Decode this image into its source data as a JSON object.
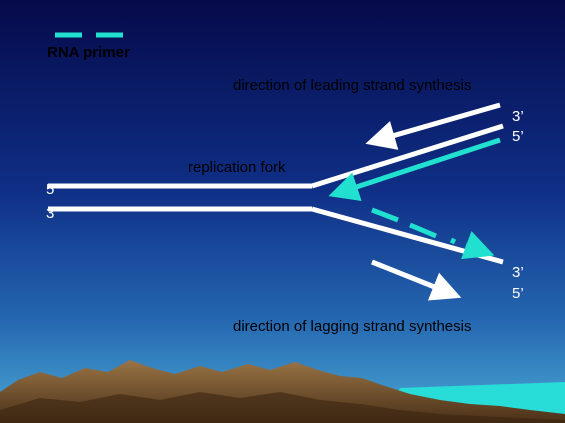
{
  "legend": {
    "primer_label": "RNA primer",
    "primer_color": "#22e0d0"
  },
  "labels": {
    "leading_direction": "direction of leading strand synthesis",
    "lagging_direction": "direction of lagging strand synthesis",
    "replication_fork": "replication fork",
    "parent_top_end": "5’",
    "parent_bottom_end": "3’",
    "leading_template_top": "3’",
    "leading_template_bottom": "5’",
    "lagging_template_top": "3’",
    "lagging_template_bottom": "5’"
  },
  "colors": {
    "strand": "#ffffff",
    "new_strand": "#22e0d0",
    "sky_top": "#050a4a",
    "sky_bottom": "#3a9fcc",
    "mountain": "#8a6438",
    "water": "#28dcd8"
  }
}
